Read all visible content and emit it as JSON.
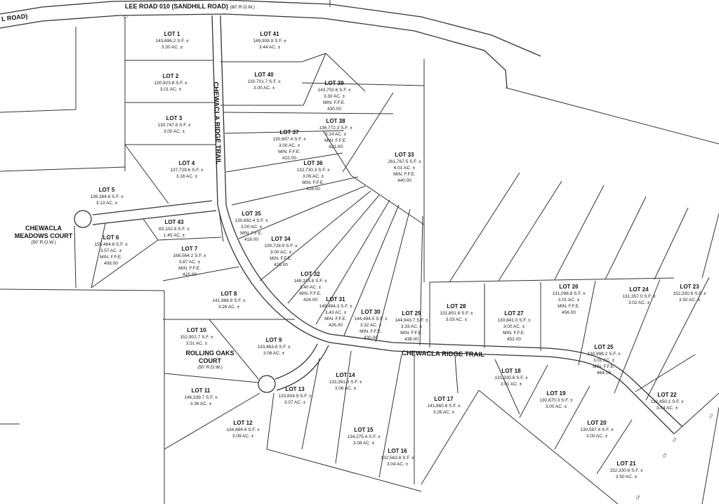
{
  "roads": {
    "lee_road": "LEE ROAD 010 (SANDHILL ROAD)",
    "lee_road_row": "(80' R.O.W.)",
    "lee_road_fragment": "L ROAD)",
    "chewacla_ridge_vertical": "CHEWACLA RIDGE TRAIL",
    "chewacla_ridge_horizontal": "CHEWACLA RIDGE TRAIL",
    "meadows_line1": "CHEWACLA",
    "meadows_line2": "MEADOWS COURT",
    "meadows_row": "(50' R.O.W.)",
    "oaks_line1": "ROLLING OAKS",
    "oaks_line2": "COURT",
    "oaks_row": "(50' R.O.W.)"
  },
  "curve_labels": [
    "C7",
    "C3",
    "C4",
    "C5",
    "C6"
  ],
  "lots": [
    {
      "id": "1",
      "title": "LOT 1",
      "lines": [
        "143,696.2 S.F. ±",
        "3.30 AC. ±"
      ]
    },
    {
      "id": "2",
      "title": "LOT 2",
      "lines": [
        "130,923.8 S.F. ±",
        "3.01 AC. ±"
      ]
    },
    {
      "id": "3",
      "title": "LOT 3",
      "lines": [
        "130,747.8 S.F. ±",
        "3.00 AC. ±"
      ]
    },
    {
      "id": "4",
      "title": "LOT 4",
      "lines": [
        "137,729.6 S.F. ±",
        "3.16 AC. ±"
      ]
    },
    {
      "id": "5",
      "title": "LOT 5",
      "lines": [
        "136,364.8 S.F. ±",
        "3.13 AC. ±"
      ]
    },
    {
      "id": "6",
      "title": "LOT 6",
      "lines": [
        "155,464.6 S.F. ±",
        "3.57 AC. ±",
        "MIN. F.F.E.",
        "408.00"
      ]
    },
    {
      "id": "7",
      "title": "LOT 7",
      "lines": [
        "168,564.2 S.F. ±",
        "3.87 AC. ±",
        "MIN. F.F.E.",
        "415.00"
      ]
    },
    {
      "id": "8",
      "title": "LOT 8",
      "lines": [
        "141,986.9 S.F. ±",
        "3.26 AC. ±"
      ]
    },
    {
      "id": "9",
      "title": "LOT 9",
      "lines": [
        "133,463.8 S.F. ±",
        "3.06 AC. ±"
      ]
    },
    {
      "id": "10",
      "title": "LOT 10",
      "lines": [
        "152,902.7 S.F. ±",
        "3.51 AC. ±"
      ]
    },
    {
      "id": "11",
      "title": "LOT 11",
      "lines": [
        "146,339.7 S.F. ±",
        "3.36 AC. ±"
      ]
    },
    {
      "id": "12",
      "title": "LOT 12",
      "lines": [
        "134,484.4 S.F. ±",
        "3.09 AC. ±"
      ]
    },
    {
      "id": "13",
      "title": "LOT 13",
      "lines": [
        "133,804.9 S.F. ±",
        "3.07 AC. ±"
      ]
    },
    {
      "id": "14",
      "title": "LOT 14",
      "lines": [
        "133,361.9 S.F. ±",
        "3.06 AC. ±"
      ]
    },
    {
      "id": "15",
      "title": "LOT 15",
      "lines": [
        "134,275.4 S.F. ±",
        "3.08 AC. ±"
      ]
    },
    {
      "id": "16",
      "title": "LOT 16",
      "lines": [
        "132,563.8 S.F. ±",
        "3.04 AC. ±"
      ]
    },
    {
      "id": "17",
      "title": "LOT 17",
      "lines": [
        "141,860.8 S.F. ±",
        "3.26 AC. ±"
      ]
    },
    {
      "id": "18",
      "title": "LOT 18",
      "lines": [
        "131,330.6 S.F. ±",
        "3.01 AC. ±"
      ]
    },
    {
      "id": "19",
      "title": "LOT 19",
      "lines": [
        "130,670.3 S.F. ±",
        "3.00 AC. ±"
      ]
    },
    {
      "id": "20",
      "title": "LOT 20",
      "lines": [
        "130,587.4 S.F. ±",
        "3.00 AC. ±"
      ]
    },
    {
      "id": "21",
      "title": "LOT 21",
      "lines": [
        "152,330.6 S.F. ±",
        "3.50 AC. ±"
      ]
    },
    {
      "id": "22",
      "title": "LOT 22",
      "lines": [
        "132,450.1 S.F. ±",
        "3.04 AC. ±"
      ]
    },
    {
      "id": "23",
      "title": "LOT 23",
      "lines": [
        "152,330.6 S.F. ±",
        "3.50 AC. ±"
      ]
    },
    {
      "id": "24",
      "title": "LOT 24",
      "lines": [
        "131,357.0 S.F. ±",
        "3.02 AC. ±"
      ]
    },
    {
      "id": "25",
      "title": "LOT 25",
      "lines": [
        "130,998.2 S.F. ±",
        "3.01 AC. ±",
        "MIN. F.F.E.",
        "464.00"
      ]
    },
    {
      "id": "26",
      "title": "LOT 26",
      "lines": [
        "131,098.8 S.F. ±",
        "3.01 AC. ±",
        "MIN. F.F.E.",
        "456.00"
      ]
    },
    {
      "id": "27",
      "title": "LOT 27",
      "lines": [
        "130,841.0 S.F. ±",
        "3.00 AC. ±",
        "MIN. F.F.E.",
        "452.00"
      ]
    },
    {
      "id": "28",
      "title": "LOT 28",
      "lines": [
        "131,801.6 S.F. ±",
        "3.03 AC. ±"
      ]
    },
    {
      "id": "29",
      "title": "LOT 29",
      "lines": [
        "144,943.7 S.F. ±",
        "3.33 AC. ±",
        "MIN. F.F.E.",
        "438.00"
      ]
    },
    {
      "id": "30",
      "title": "LOT 30",
      "lines": [
        "144,494.5 S.F. ±",
        "3.32 AC. ±",
        "MIN. F.F.E.",
        "430.00"
      ]
    },
    {
      "id": "31",
      "title": "LOT 31",
      "lines": [
        "149,494.3 S.F. ±",
        "3.43 AC. ±",
        "MIN. F.F.E.",
        "426.00"
      ]
    },
    {
      "id": "32",
      "title": "LOT 32",
      "lines": [
        "148,319.8 S.F. ±",
        "3.40 AC. ±",
        "MIN. F.F.E.",
        "426.00"
      ]
    },
    {
      "id": "33",
      "title": "LOT 33",
      "lines": [
        "261,767.5 S.F. ±",
        "6.01 AC. ±",
        "MIN. F.F.E.",
        "440.00"
      ]
    },
    {
      "id": "34",
      "title": "LOT 34",
      "lines": [
        "130,728.9 S.F. ±",
        "3.00 AC. ±",
        "MIN. F.F.E.",
        "425.00"
      ]
    },
    {
      "id": "35",
      "title": "LOT 35",
      "lines": [
        "130,692.4 S.F. ±",
        "3.00 AC. ±",
        "MIN. F.F.E.",
        "418.00"
      ]
    },
    {
      "id": "36",
      "title": "LOT 36",
      "lines": [
        "132,730.3 S.F. ±",
        "3.05 AC. ±",
        "MIN. F.F.E.",
        "416.00"
      ]
    },
    {
      "id": "37",
      "title": "LOT 37",
      "lines": [
        "130,697.4 S.F. ±",
        "3.00 AC. ±",
        "MIN. F.F.E.",
        "422.00"
      ]
    },
    {
      "id": "38",
      "title": "LOT 38",
      "lines": [
        "136,772.3 S.F. ±",
        "3.14 AC. ±",
        "MIN. F.F.E.",
        "423.00"
      ]
    },
    {
      "id": "39",
      "title": "LOT 39",
      "lines": [
        "143,702.6 S.F. ±",
        "3.30 AC. ±",
        "MIN. F.F.E.",
        "430.00"
      ]
    },
    {
      "id": "40",
      "title": "LOT 40",
      "lines": [
        "130,701.7 S.F. ±",
        "3.00 AC. ±"
      ]
    },
    {
      "id": "41",
      "title": "LOT 41",
      "lines": [
        "149,908.9 S.F. ±",
        "3.44 AC. ±"
      ]
    },
    {
      "id": "43",
      "title": "LOT 43",
      "lines": [
        "83,102.8 S.F. ±",
        "1.45 AC. ±"
      ]
    }
  ]
}
